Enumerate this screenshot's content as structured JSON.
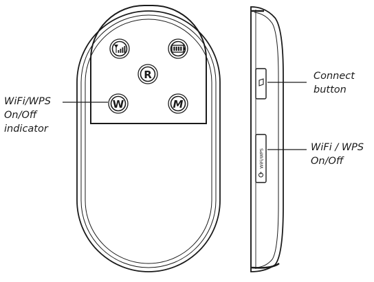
{
  "device": {
    "buttons": {
      "signal": {
        "icon": "signal-bars-icon"
      },
      "battery": {
        "icon": "battery-icon"
      },
      "roaming": {
        "letter": "R"
      },
      "wifi": {
        "letter": "W"
      },
      "message": {
        "letter": "M"
      }
    },
    "side_button_text": "WiFi/WPS"
  },
  "callouts": {
    "wifi_indicator": [
      "WiFi/WPS",
      "On/Off",
      "indicator"
    ],
    "connect_button": [
      "Connect",
      "button"
    ],
    "wifi_onoff": [
      "WiFi / WPS",
      "On/Off"
    ]
  }
}
